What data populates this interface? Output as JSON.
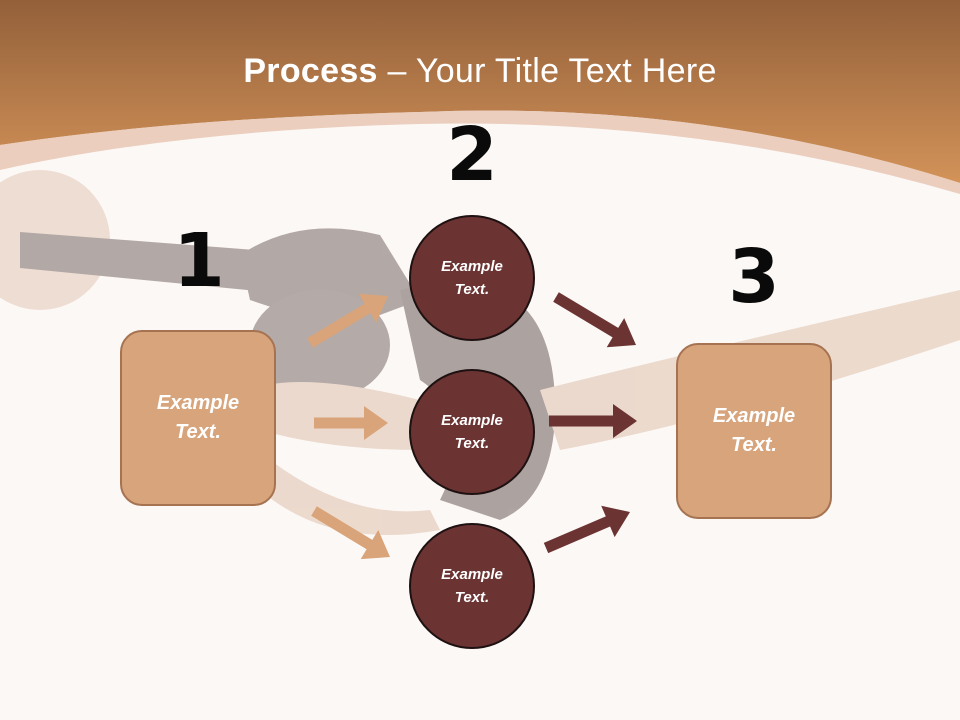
{
  "slide": {
    "title_bold": "Process",
    "title_rest": " – Your Title Text Here"
  },
  "diagram": {
    "step_numbers": [
      "1",
      "2",
      "3"
    ],
    "left_box": "Example\nText.",
    "right_box": "Example\nText.",
    "circles": [
      "Example\nText.",
      "Example\nText.",
      "Example\nText."
    ]
  },
  "colors": {
    "header_top": "#93603a",
    "header_bottom": "#d39359",
    "box_fill": "#d7a47c",
    "circle_fill": "#6b3433",
    "arrow_light": "#d9a47a",
    "arrow_dark": "#6b3433"
  }
}
